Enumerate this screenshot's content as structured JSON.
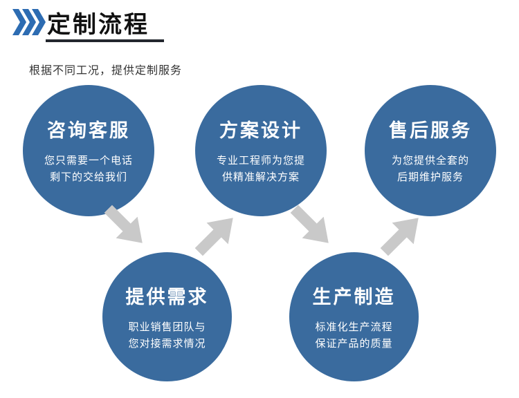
{
  "header": {
    "title": "定制流程",
    "subtitle": "根据不同工况，提供定制服务"
  },
  "steps": [
    {
      "title": "咨询客服",
      "desc1": "您只需要一个电话",
      "desc2": "剩下的交给我们"
    },
    {
      "title": "方案设计",
      "desc1": "专业工程师为您提",
      "desc2": "供精准解决方案"
    },
    {
      "title": "售后服务",
      "desc1": "为您提供全套的",
      "desc2": "后期维护服务"
    },
    {
      "title": "提供需求",
      "desc1": "职业销售团队与",
      "desc2": "您对接需求情况"
    },
    {
      "title": "生产制造",
      "desc1": "标准化生产流程",
      "desc2": "保证产品的质量"
    }
  ],
  "colors": {
    "circle": "#3a6b9e",
    "arrow": "#c9c9c9",
    "chevron": "#2d6cb2",
    "underline": "#23272e",
    "title_text": "#111111",
    "circle_text": "#ffffff"
  }
}
